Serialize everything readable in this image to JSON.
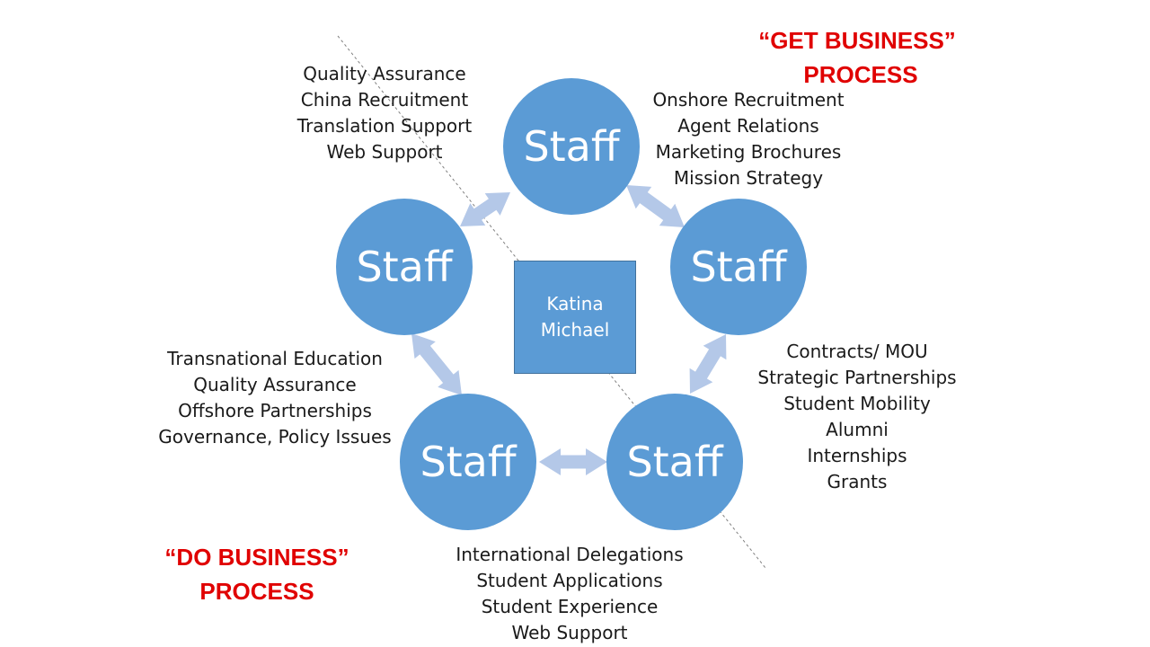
{
  "colors": {
    "node_fill": "#5b9bd5",
    "arrow_fill": "#b4c8e8",
    "accent_red": "#e00000",
    "divider": "#808080"
  },
  "center": {
    "lines": [
      "Katina",
      "Michael"
    ]
  },
  "nodes": [
    {
      "label": "Staff"
    },
    {
      "label": "Staff"
    },
    {
      "label": "Staff"
    },
    {
      "label": "Staff"
    },
    {
      "label": "Staff"
    }
  ],
  "task_groups": {
    "top_left": [
      "Quality Assurance",
      "China Recruitment",
      "Translation Support",
      "Web Support"
    ],
    "top_right": [
      "Onshore Recruitment",
      "Agent Relations",
      "Marketing Brochures",
      "Mission Strategy"
    ],
    "right": [
      "Contracts/ MOU",
      "Strategic Partnerships",
      "Student Mobility",
      "Alumni",
      "Internships",
      "Grants"
    ],
    "left": [
      "Transnational Education",
      "Quality Assurance",
      "Offshore Partnerships",
      "Governance, Policy Issues"
    ],
    "bottom": [
      "International Delegations",
      "Student Applications",
      "Student Experience",
      "Web Support"
    ]
  },
  "process_labels": {
    "get_business": [
      "“GET BUSINESS”",
      "PROCESS"
    ],
    "do_business": [
      "“DO BUSINESS”",
      "PROCESS"
    ]
  }
}
